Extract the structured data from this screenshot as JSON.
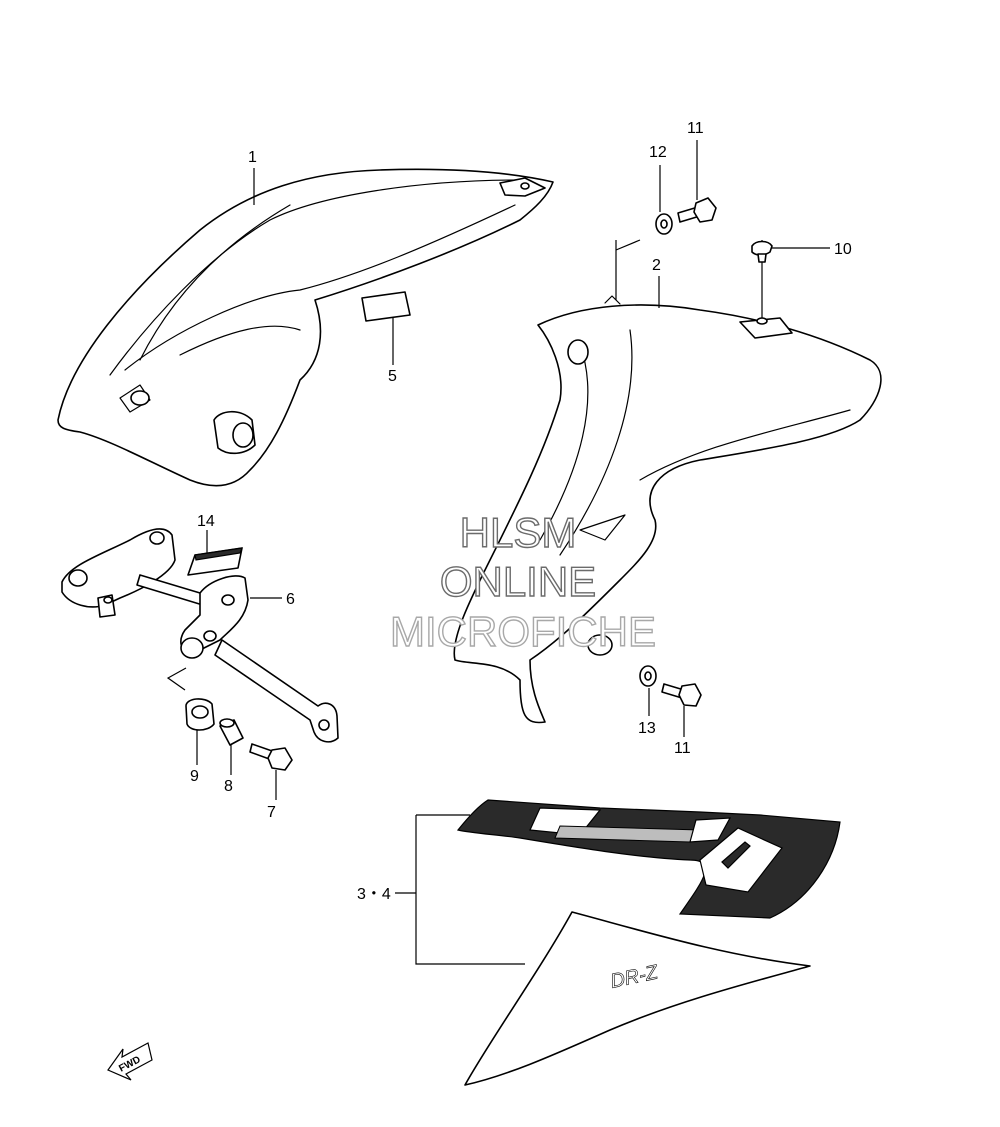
{
  "callouts": {
    "c1": "1",
    "c2": "2",
    "c3_4": "3・4",
    "c5": "5",
    "c6": "6",
    "c7": "7",
    "c8": "8",
    "c9": "9",
    "c10": "10",
    "c11_top": "11",
    "c11_bottom": "11",
    "c12": "12",
    "c13": "13",
    "c14": "14"
  },
  "watermark": {
    "line1": "HLSM",
    "line2": "ONLINE",
    "line3": "MICROFICHE"
  },
  "decal_text": "DR-Z",
  "fwd_label": "FWD",
  "colors": {
    "line": "#000000",
    "watermark_stroke": "#6b6b6b",
    "decal_dark": "#2a2a2a"
  }
}
